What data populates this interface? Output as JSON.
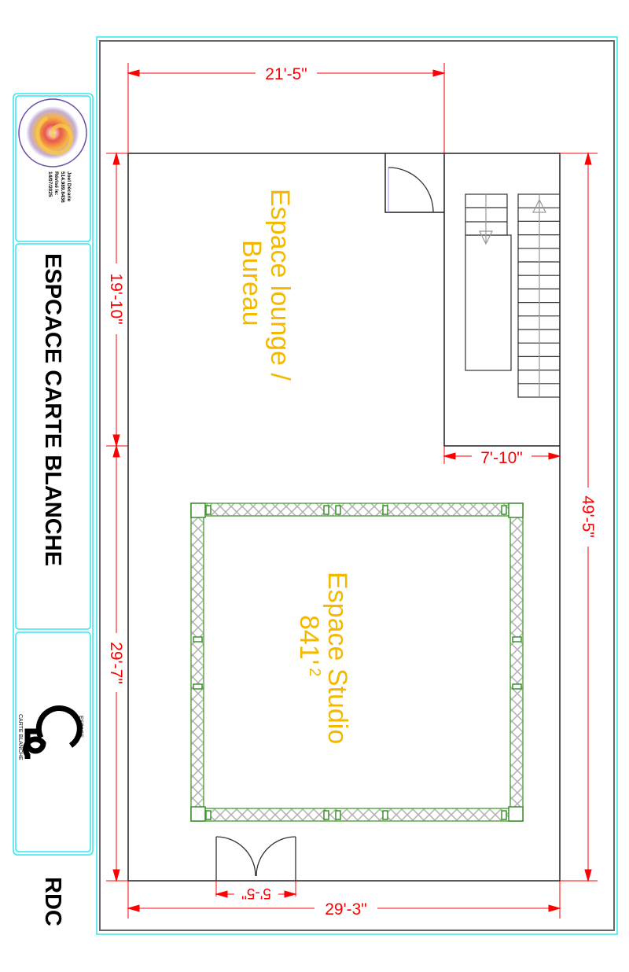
{
  "title_block": {
    "designer_name": "Joel Décarie",
    "phone": "514.989.8436",
    "revised_label": "Révisé le:",
    "revised_date": "14/07/2025",
    "project_title": "ESPCACE CARTE BLANCHE",
    "logo_top": "ESPACE",
    "logo_bottom": "CARTE BLANCHE",
    "logo_mark": "CB",
    "level": "RDC"
  },
  "rooms": {
    "lounge_line1": "Espace lounge /",
    "lounge_line2": "Bureau",
    "studio_line1": "Espace Studio",
    "studio_area": "841'",
    "studio_area_sup": "2"
  },
  "dimensions": {
    "top": "21'-5\"",
    "left_upper": "19'-10\"",
    "left_lower": "29'-7\"",
    "right": "49'-5\"",
    "stair_width": "7'-10\"",
    "bottom": "29'-3\"",
    "door": "5'-5\""
  },
  "colors": {
    "dimension": "#ff0000",
    "room_label": "#f5b800",
    "frame": "#33e6f0",
    "truss": "#5aa845"
  }
}
